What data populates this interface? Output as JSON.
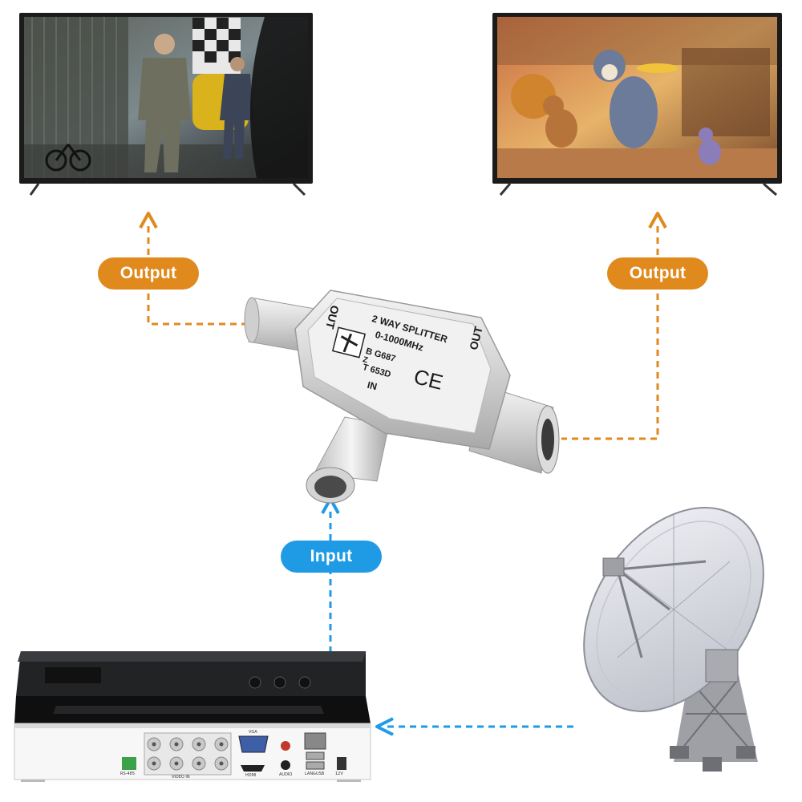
{
  "labels": {
    "output_left": "Output",
    "output_right": "Output",
    "input": "Input"
  },
  "splitter": {
    "out_left": "OUT",
    "out_right": "OUT",
    "in": "IN",
    "title": "2 WAY SPLITTER",
    "freq": "0-1000MHz",
    "cert_b": "B G687",
    "cert_z": "Z",
    "cert_t": "T 653D",
    "ce": "CE"
  },
  "dvr": {
    "rs485": "RS-485",
    "video_in": "VIDEO IN",
    "vga": "VGA",
    "hdmi": "HDMI",
    "audio": "AUDIO",
    "lan_usb": "LAN&USB",
    "power": "12V"
  },
  "colors": {
    "output_accent": "#e08a1e",
    "input_accent": "#1f9be6"
  }
}
